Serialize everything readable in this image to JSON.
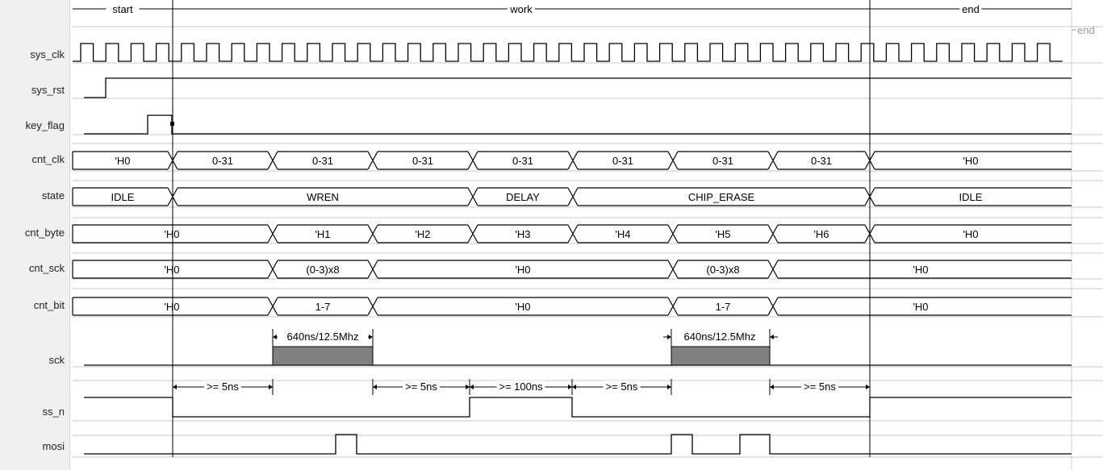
{
  "phases": [
    {
      "id": "start",
      "label": "start"
    },
    {
      "id": "work",
      "label": "work"
    },
    {
      "id": "end",
      "label": "end"
    }
  ],
  "end_marker": "end",
  "signals": [
    {
      "id": "sys_clk",
      "name": "sys_clk"
    },
    {
      "id": "sys_rst",
      "name": "sys_rst"
    },
    {
      "id": "key_flag",
      "name": "key_flag"
    },
    {
      "id": "cnt_clk",
      "name": "cnt_clk"
    },
    {
      "id": "state",
      "name": "state"
    },
    {
      "id": "cnt_byte",
      "name": "cnt_byte"
    },
    {
      "id": "cnt_sck",
      "name": "cnt_sck"
    },
    {
      "id": "cnt_bit",
      "name": "cnt_bit"
    },
    {
      "id": "sck",
      "name": "sck"
    },
    {
      "id": "ss_n",
      "name": "ss_n"
    },
    {
      "id": "mosi",
      "name": "mosi"
    }
  ],
  "buses": {
    "cnt_clk": [
      "'H0",
      "0-31",
      "0-31",
      "0-31",
      "0-31",
      "0-31",
      "0-31",
      "0-31",
      "'H0"
    ],
    "state": [
      "IDLE",
      "WREN",
      "DELAY",
      "CHIP_ERASE",
      "IDLE"
    ],
    "cnt_byte": [
      "'H0",
      "'H1",
      "'H2",
      "'H3",
      "'H4",
      "'H5",
      "'H6",
      "'H0"
    ],
    "cnt_sck": [
      "'H0",
      "(0-3)x8",
      "'H0",
      "(0-3)x8",
      "'H0"
    ],
    "cnt_bit": [
      "'H0",
      "1-7",
      "'H0",
      "1-7",
      "'H0"
    ]
  },
  "annotations": {
    "sck_periods": [
      "640ns/12.5Mhz",
      "640ns/12.5Mhz"
    ],
    "ss_n_timings": [
      ">= 5ns",
      ">= 5ns",
      ">= 100ns",
      ">= 5ns",
      ">= 5ns"
    ]
  },
  "colors": {
    "wave": "#000000",
    "grid": "#c8c8c8",
    "sck_fill": "#808080",
    "divider": "#000000"
  }
}
